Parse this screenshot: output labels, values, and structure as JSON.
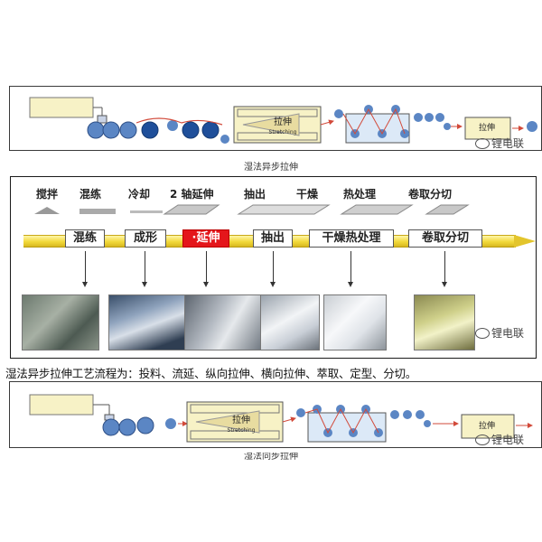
{
  "top_diagram": {
    "stretch_label_cn": "拉伸",
    "stretch_label_en": "Stretching",
    "box_right_label": "拉伸",
    "caption": "湿法异步拉伸"
  },
  "flow": {
    "top_steps": [
      "搅拌",
      "混练",
      "冷却",
      "2 轴延伸",
      "抽出",
      "干燥",
      "热处理",
      "卷取分切"
    ],
    "stages": [
      "混练",
      "成形",
      "·延伸",
      "抽出",
      "干燥热处理",
      "卷取分切"
    ],
    "active_stage": "·延伸"
  },
  "description": "湿法异步拉伸工艺流程为：投料、流延、纵向拉伸、横向拉伸、萃取、定型、分切。",
  "bottom_diagram": {
    "stretch_label_cn": "拉伸",
    "stretch_label_en": "Stretching",
    "box_right_label": "拉伸",
    "caption": "湿法同步拉伸"
  },
  "watermark": "锂电联",
  "colors": {
    "roller_blue": "#5b86c4",
    "roller_dark": "#1f4f9a",
    "arrow_red": "#d24a3a",
    "box_fill": "#f7f2c6",
    "bar_yellow": "#f2d93a",
    "active_red": "#e4161b"
  }
}
